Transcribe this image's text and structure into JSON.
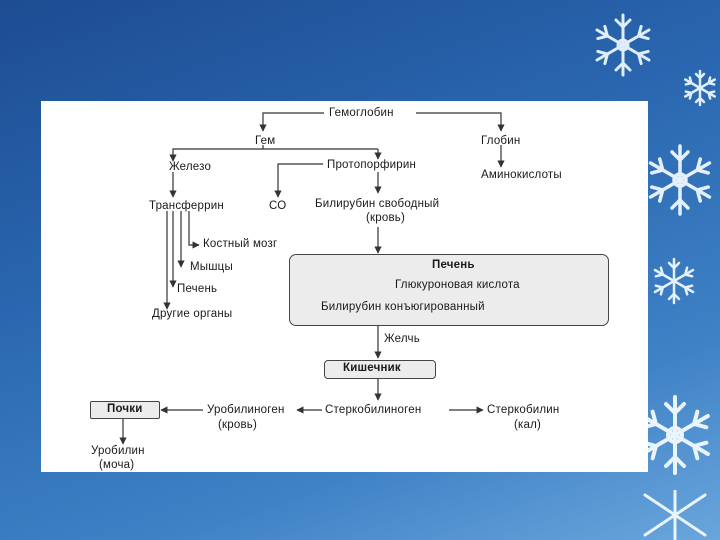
{
  "background": {
    "gradient_top": "#1d4c92",
    "gradient_bottom": "#6aa6dc",
    "decoration": "snowflake-icons"
  },
  "diagram": {
    "nodes": {
      "hemoglobin": "Гемоглобин",
      "heme": "Гем",
      "globin": "Глобин",
      "iron": "Железо",
      "protoporphyrin": "Протопорфирин",
      "amino_acids": "Аминокислоты",
      "transferrin": "Трансферрин",
      "co": "СО",
      "bilirubin_free_line1": "Билирубин свободный",
      "bilirubin_free_line2": "(кровь)",
      "bone_marrow": "Костный мозг",
      "muscles": "Мышцы",
      "liver_small": "Печень",
      "other_organs": "Другие органы",
      "liver_box_title": "Печень",
      "glucuronic_acid": "Глюкуроновая кислота",
      "bilirubin_conjugated": "Билирубин конъюгированный",
      "bile": "Желчь",
      "intestine": "Кишечник",
      "kidneys": "Почки",
      "urobilinogen_line1": "Уробилиноген",
      "urobilinogen_line2": "(кровь)",
      "stercobilinogen": "Стеркобилиноген",
      "stercobilin_line1": "Стеркобилин",
      "stercobilin_line2": "(кал)",
      "urobilin_line1": "Уробилин",
      "urobilin_line2": "(моча)"
    }
  }
}
